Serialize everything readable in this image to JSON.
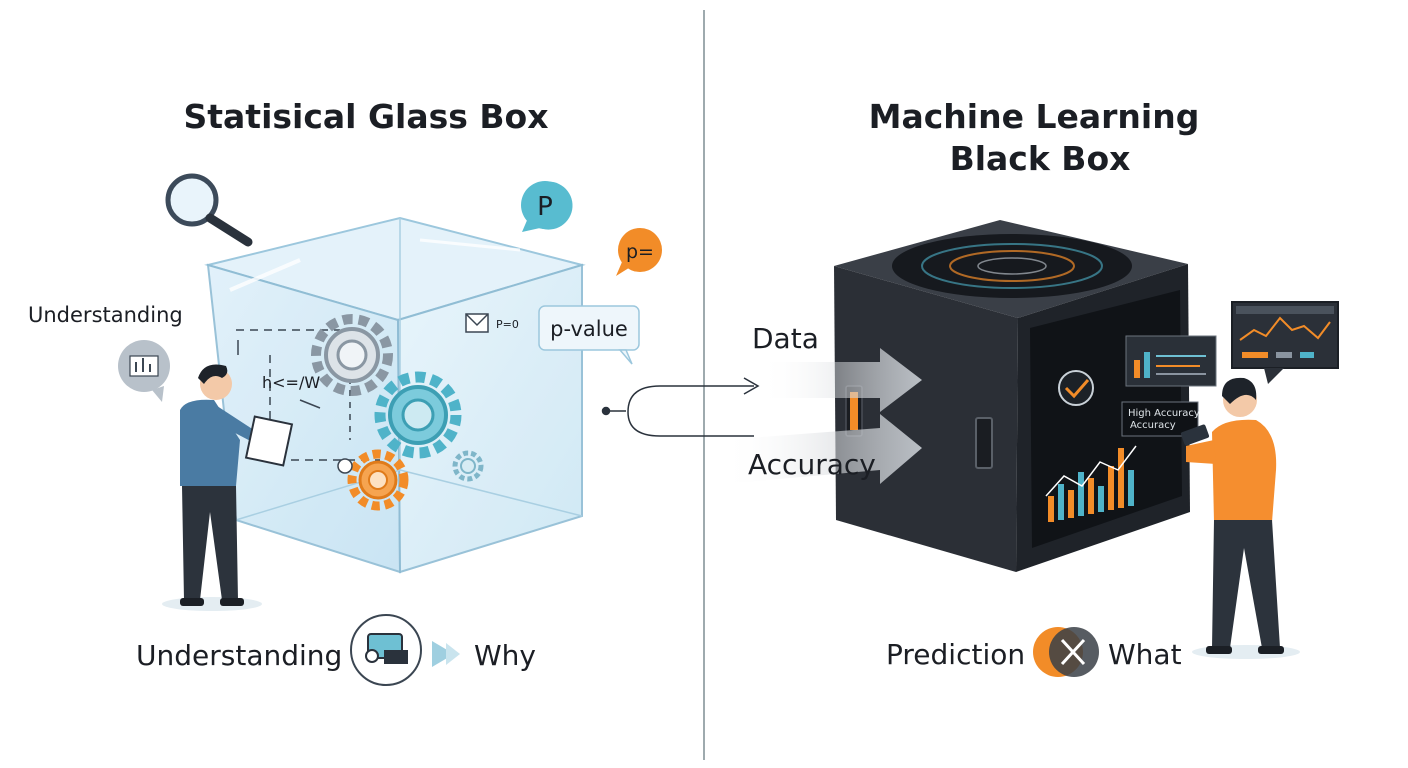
{
  "left": {
    "title": "Statisical Glass Box",
    "understanding_top": "Understanding",
    "bubble_p": "P",
    "bubble_p_eq": "p=",
    "p_value_label": "p-value",
    "box_note": "P=0",
    "board_formula": "h<=/W",
    "bottom_label_left": "Understanding",
    "bottom_label_right": "Why"
  },
  "right": {
    "title_line1": "Machine Learning",
    "title_line2": "Black Box",
    "data_label": "Data",
    "accuracy_label": "Accuracy",
    "screen_line1": "High Accuracy",
    "screen_line2": "Accuracy",
    "bottom_label_left": "Prediction",
    "bottom_label_right": "What"
  },
  "colors": {
    "accent_orange": "#f28c28",
    "accent_teal": "#4fb3c9",
    "glass": "#cfe8f5",
    "black_box": "#2b2f36",
    "divider": "#7f8e93"
  },
  "icons": [
    "magnifier-icon",
    "gear-icon",
    "chart-icon",
    "close-icon",
    "play-icon",
    "envelope-icon"
  ]
}
